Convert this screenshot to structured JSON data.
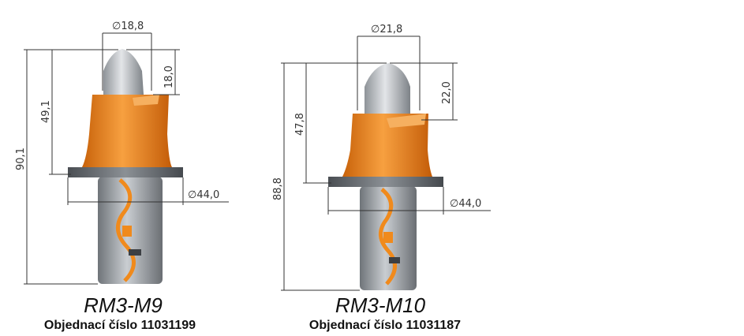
{
  "products": [
    {
      "model": "RM3-M9",
      "order_label": "Objednací číslo",
      "order_number": "11031199",
      "dims": {
        "tip_diameter": "∅18,8",
        "tip_height": "18,0",
        "upper_height": "49,1",
        "total_height": "90,1",
        "flange_diameter": "∅44,0"
      }
    },
    {
      "model": "RM3-M10",
      "order_label": "Objednací číslo",
      "order_number": "11031187",
      "dims": {
        "tip_diameter": "∅21,8",
        "tip_height": "22,0",
        "upper_height": "47,8",
        "total_height": "88,8",
        "flange_diameter": "∅44,0"
      }
    }
  ],
  "colors": {
    "orange": "#f08a1c",
    "orange_dark": "#c9640a",
    "steel": "#8a8f95",
    "steel_light": "#c8ccd0",
    "flange": "#5a5e63"
  }
}
